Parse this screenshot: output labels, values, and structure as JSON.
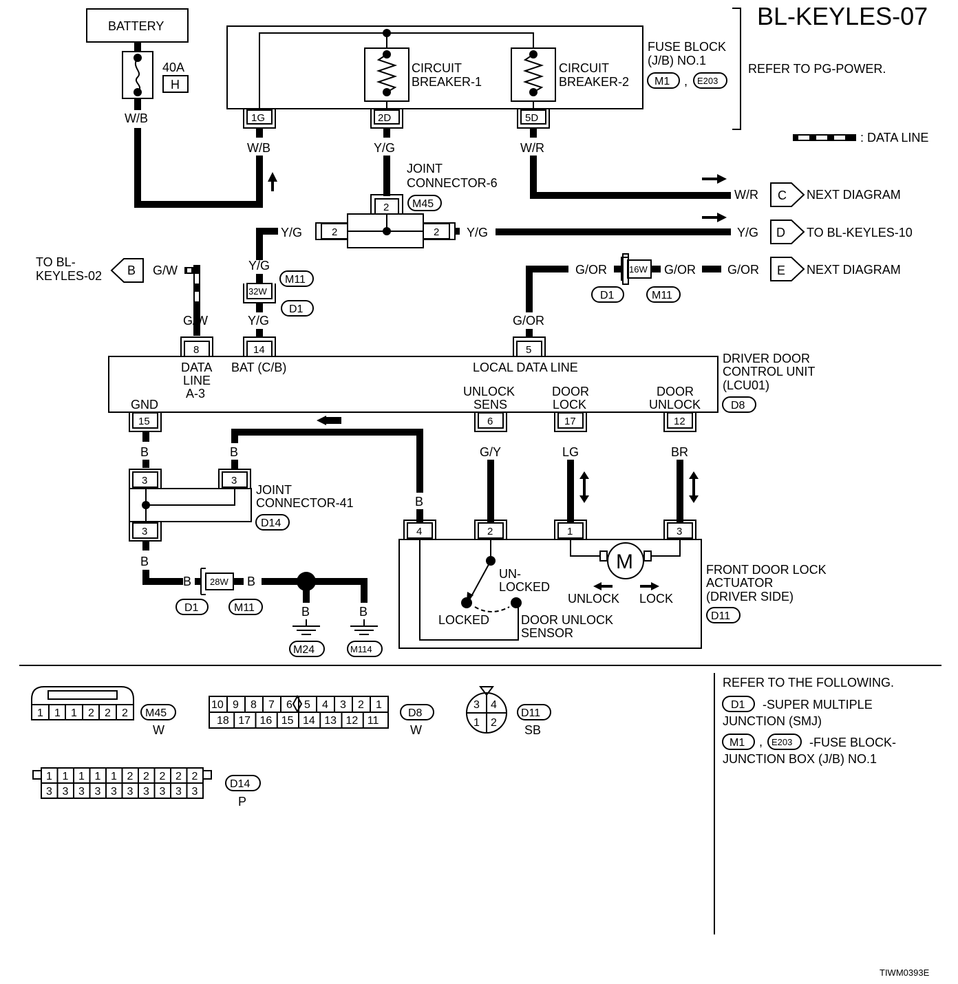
{
  "title": "BL-KEYLES-07",
  "code": "TIWM0393E",
  "battery": {
    "label": "BATTERY",
    "fuse_rating": "40A",
    "fuse_id": "H",
    "wire": "W/B"
  },
  "fuse_block": {
    "title_lines": [
      "FUSE BLOCK",
      "(J/B) NO.1"
    ],
    "conn1": "M1",
    "comma": ",",
    "conn2": "E203",
    "refer": "REFER TO PG-POWER.",
    "breaker1": [
      "CIRCUIT",
      "BREAKER-1"
    ],
    "breaker2": [
      "CIRCUIT",
      "BREAKER-2"
    ],
    "pins": [
      "1G",
      "2D",
      "5D"
    ],
    "wires": [
      "W/B",
      "Y/G",
      "W/R"
    ]
  },
  "legend": {
    "data_line": ": DATA LINE"
  },
  "joint6": {
    "lines": [
      "JOINT",
      "CONNECTOR-6"
    ],
    "conn": "M45",
    "pin_top": "2",
    "pin_left": "2",
    "pin_right": "2",
    "wire_left": "Y/G",
    "wire_right": "Y/G"
  },
  "outputs": [
    {
      "wire": "W/R",
      "letter": "C",
      "text": "NEXT DIAGRAM"
    },
    {
      "wire": "Y/G",
      "letter": "D",
      "text": "TO BL-KEYLES-10"
    },
    {
      "wire": "G/OR",
      "letter": "E",
      "text": "NEXT DIAGRAM"
    }
  ],
  "to_keyles02": {
    "lines": [
      "TO BL-",
      "KEYLES-02"
    ],
    "letter": "B",
    "wire": "G/W"
  },
  "conn_32w": {
    "pin": "32W",
    "top": "M11",
    "bottom": "D1",
    "wire_up": "Y/G",
    "wire_down": "Y/G"
  },
  "conn_16w": {
    "pin": "16W",
    "left": "D1",
    "right": "M11",
    "wire_in": "G/OR",
    "wire_out": "G/OR",
    "wire_down": "G/OR"
  },
  "ddcu": {
    "name_lines": [
      "DRIVER DOOR",
      "CONTROL UNIT",
      "(LCU01)"
    ],
    "conn": "D8",
    "top_pins": [
      "8",
      "14",
      "5"
    ],
    "top_wires": [
      "G/W",
      "Y/G",
      "G/OR"
    ],
    "data_line_lbl": [
      "DATA",
      "LINE",
      "A-3"
    ],
    "bat_lbl": "BAT (C/B)",
    "local_lbl": "LOCAL DATA LINE",
    "gnd_lbl": "GND",
    "unlock_sens_lbl": [
      "UNLOCK",
      "SENS"
    ],
    "door_lock_lbl": [
      "DOOR",
      "LOCK"
    ],
    "door_unlock_lbl": [
      "DOOR",
      "UNLOCK"
    ],
    "bottom_pins": [
      "15",
      "6",
      "17",
      "12"
    ],
    "bottom_wires": [
      "B",
      "G/Y",
      "LG",
      "BR"
    ]
  },
  "joint41": {
    "lines": [
      "JOINT",
      "CONNECTOR-41"
    ],
    "conn": "D14",
    "pin_tl": "3",
    "pin_tr": "3",
    "pin_bot": "3",
    "wire_top": "B",
    "wire_return": "B",
    "wire_bot": "B"
  },
  "conn_28w": {
    "pin": "28W",
    "left": "D1",
    "right": "M11",
    "wire_in": "B",
    "wire_out": "B"
  },
  "grounds": [
    {
      "wire": "B",
      "conn": "M24"
    },
    {
      "wire": "B",
      "conn": "M114"
    }
  ],
  "actuator": {
    "name_lines": [
      "FRONT DOOR LOCK",
      "ACTUATOR",
      "(DRIVER SIDE)"
    ],
    "conn": "D11",
    "pins": [
      "4",
      "2",
      "1",
      "3"
    ],
    "wire_pin4": "B",
    "motor": "M",
    "unlock": "UNLOCK",
    "lock": "LOCK",
    "unlocked": [
      "UN-",
      "LOCKED"
    ],
    "locked": "LOCKED",
    "sensor": [
      "DOOR UNLOCK",
      "SENSOR"
    ]
  },
  "connectors": {
    "m45": {
      "pins": [
        "1",
        "1",
        "1",
        "2",
        "2",
        "2"
      ],
      "name": "M45",
      "color": "W"
    },
    "d8": {
      "row1": [
        "10",
        "9",
        "8",
        "7",
        "6",
        "5",
        "4",
        "3",
        "2",
        "1"
      ],
      "row2": [
        "18",
        "17",
        "16",
        "15",
        "14",
        "13",
        "12",
        "11"
      ],
      "name": "D8",
      "color": "W"
    },
    "d11": {
      "row1": [
        "3",
        "4"
      ],
      "row2": [
        "1",
        "2"
      ],
      "name": "D11",
      "color": "SB"
    },
    "d14": {
      "row1": [
        "1",
        "1",
        "1",
        "1",
        "1",
        "2",
        "2",
        "2",
        "2",
        "2"
      ],
      "row2": [
        "3",
        "3",
        "3",
        "3",
        "3",
        "3",
        "3",
        "3",
        "3",
        "3"
      ],
      "name": "D14",
      "color": "P"
    }
  },
  "refer_panel": {
    "heading": "REFER TO THE FOLLOWING.",
    "d1_conn": "D1",
    "d1_text": [
      "-SUPER MULTIPLE",
      "JUNCTION (SMJ)"
    ],
    "m1_conn": "M1",
    "comma": ",",
    "e203_conn": "E203",
    "fb_text": [
      "-FUSE BLOCK-",
      "JUNCTION BOX (J/B) NO.1"
    ]
  }
}
